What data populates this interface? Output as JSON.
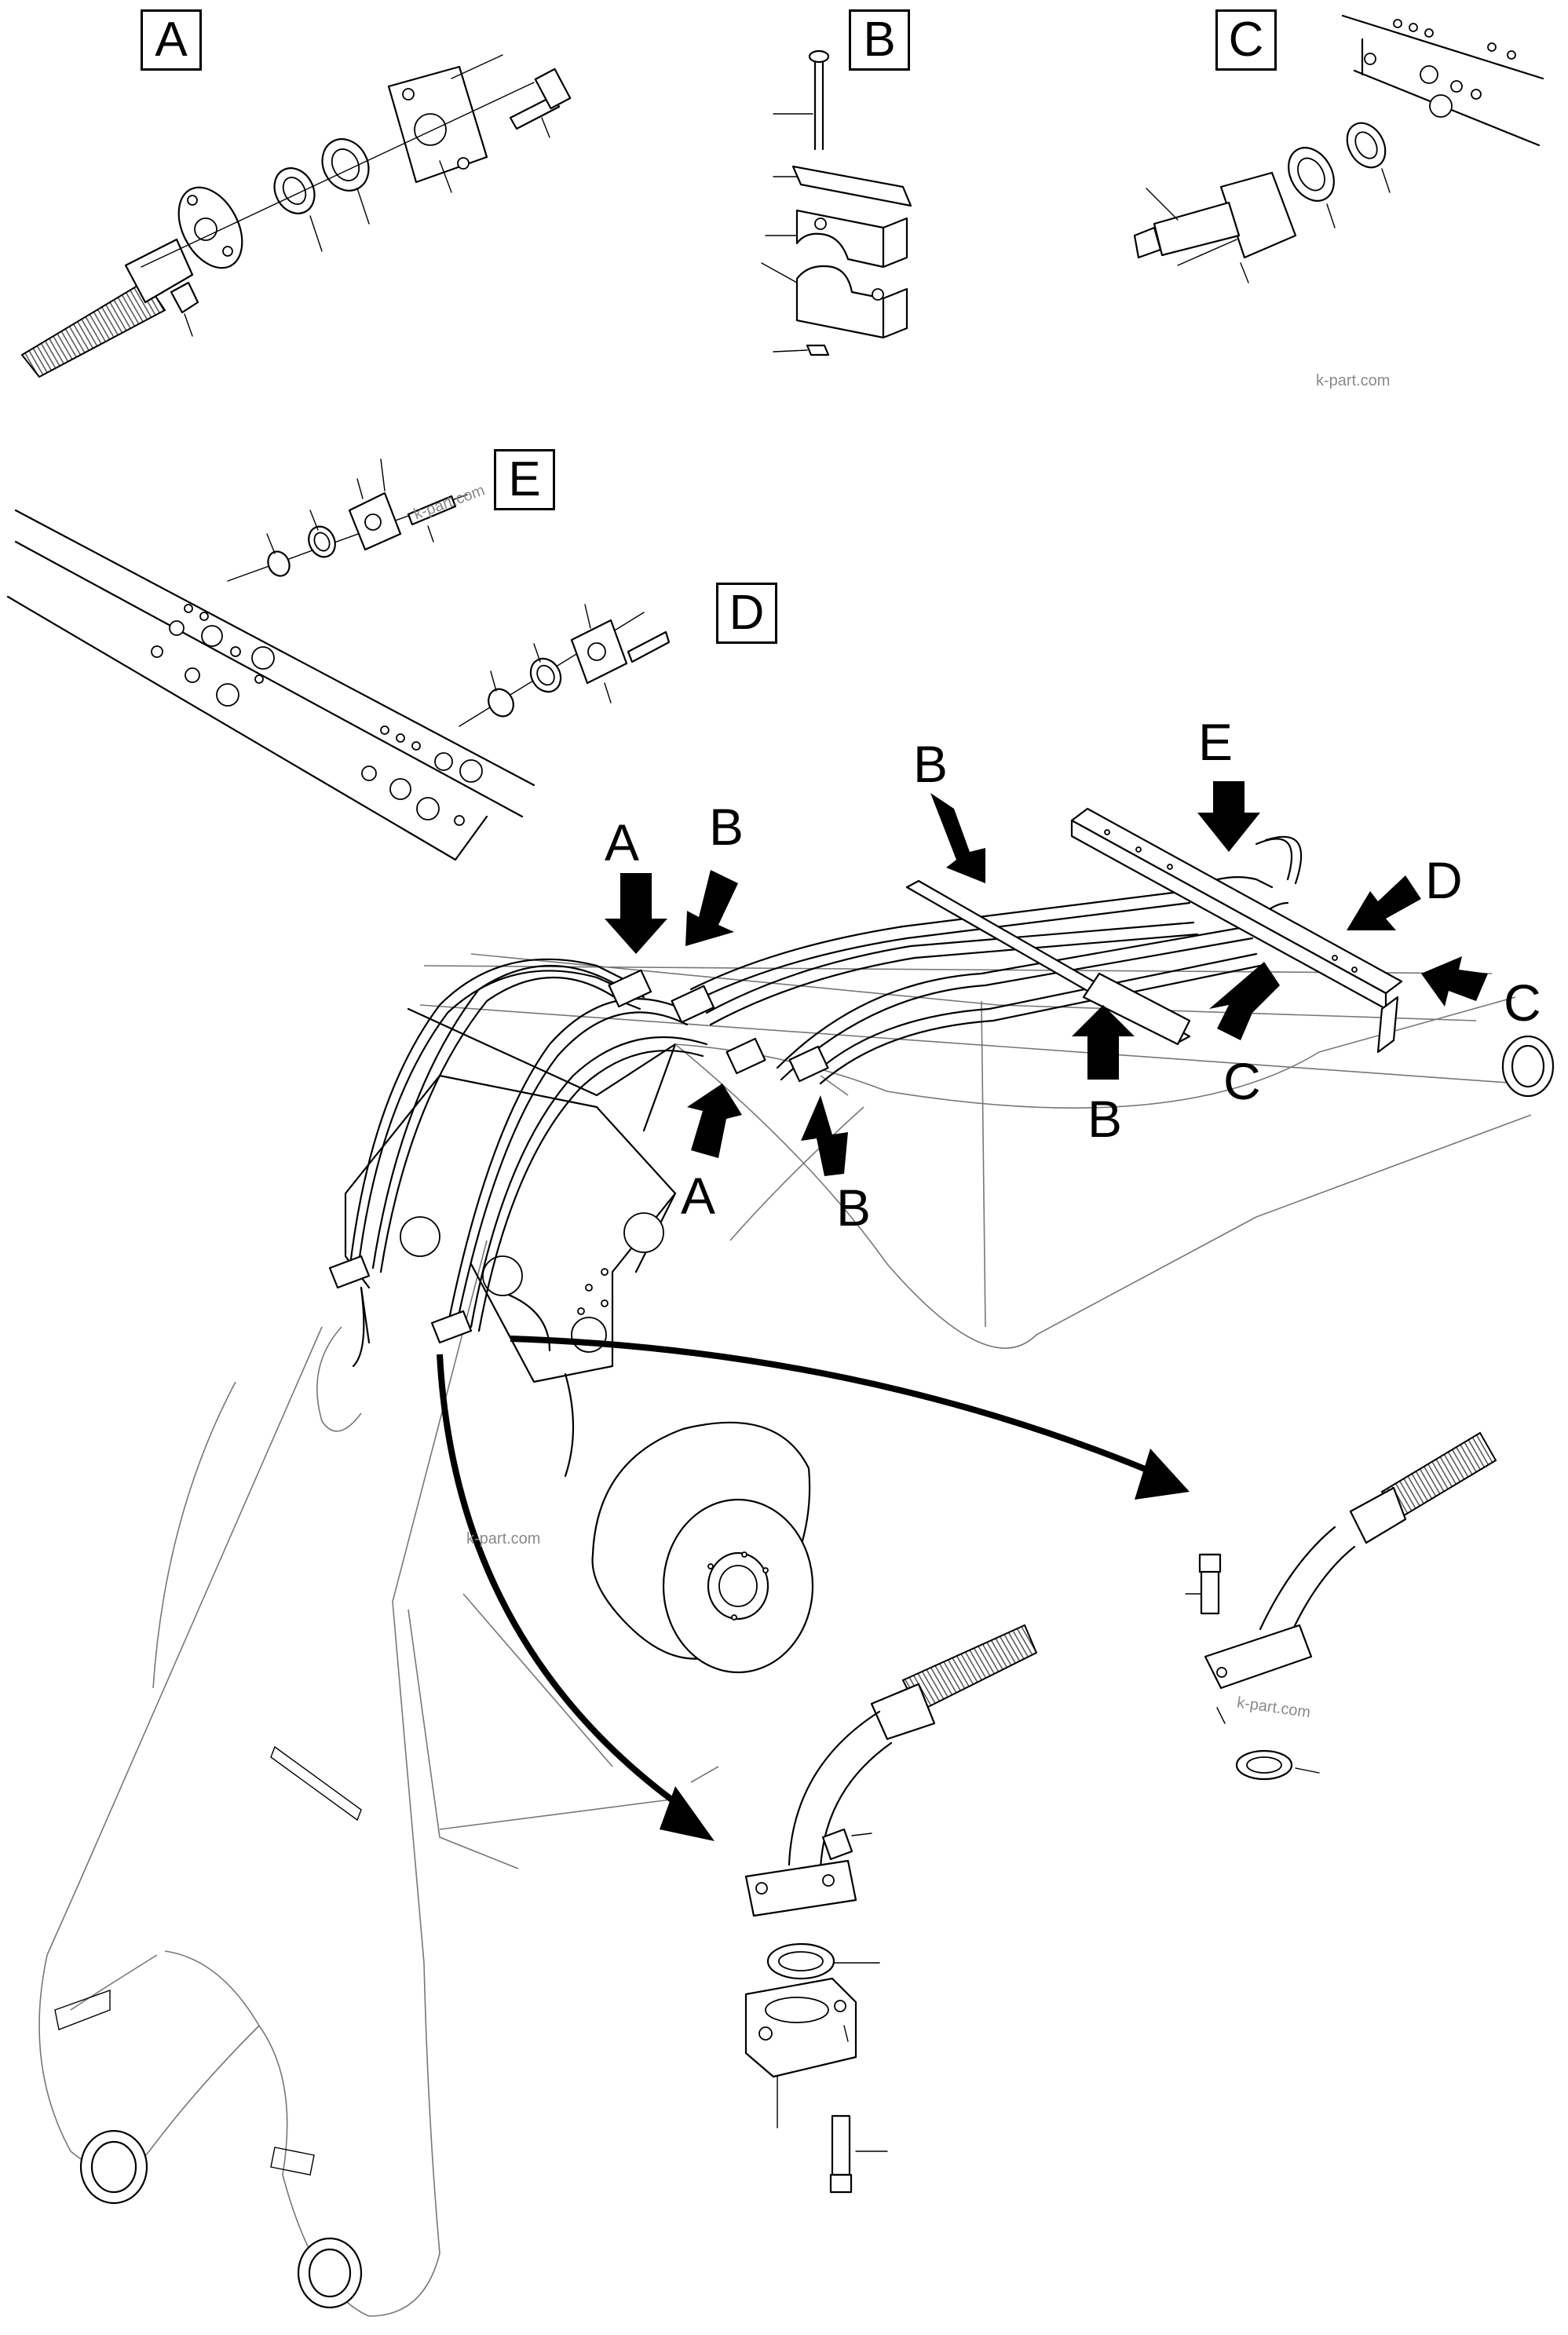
{
  "detail_labels": {
    "a": "A",
    "b": "B",
    "c": "C",
    "d": "D",
    "e": "E"
  },
  "callouts": {
    "a_top": "A",
    "a_bottom": "A",
    "b_top_left": "B",
    "b_top_mid": "B",
    "b_bottom_left": "B",
    "b_bottom_right": "B",
    "c_mid": "C",
    "c_right": "C",
    "d_right": "D",
    "e_top": "E"
  },
  "watermarks": {
    "top_right": "k-part.com",
    "detail_e": "k-part.com",
    "boom_center": "k-part.com",
    "bottom_right": "k-part.com"
  }
}
